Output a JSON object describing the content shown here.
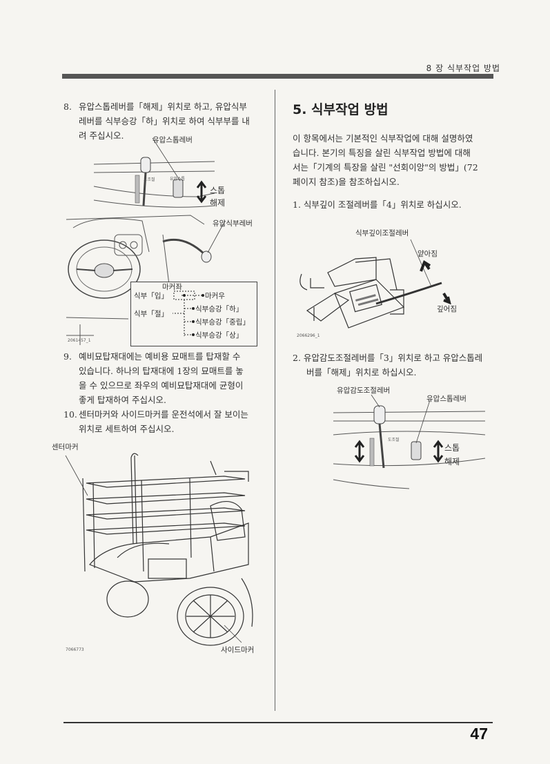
{
  "header": {
    "chapter": "8 장  식부작업  방법"
  },
  "footer": {
    "page_number": "47"
  },
  "left": {
    "step8": {
      "num": "8.",
      "lines": [
        "유압스톱레버를「해제」위치로 하고, 유압식부",
        "레버를 식부승강「하」위치로 하여 식부부를 내",
        "려 주십시오."
      ]
    },
    "fig1": {
      "lever_label": "유압스톱레버",
      "stop_label": "스톱",
      "release_label": "해제",
      "knob_label": "도조절",
      "knob_label2": "유압스톱",
      "planting_lever_label": "유압식부레버",
      "marker_title": "마커좌",
      "marker_right": "마커우",
      "planting_on": "식부「입」",
      "planting_off": "식부「절」",
      "lift_down": "식부승강「하」",
      "lift_mid": "식부승강「중립」",
      "lift_up": "식부승강「상」",
      "code": "2061457_1"
    },
    "step9": {
      "num": "9.",
      "lines": [
        "예비묘탑재대에는 예비용 묘매트를 탑재할 수",
        "있습니다. 하나의 탑재대에 1장의 묘매트를 놓",
        "을 수 있으므로 좌우의 예비묘탑재대에 균형이",
        "좋게 탑재하여 주십시오."
      ]
    },
    "step10": {
      "num": "10.",
      "lines": [
        "센터마커와 사이드마커를 운전석에서 잘 보이는",
        "위치로 세트하여 주십시오."
      ]
    },
    "fig2": {
      "center_marker": "센터마커",
      "side_marker": "사이드마커",
      "code": "7066773"
    }
  },
  "right": {
    "section_title": "5. 식부작업 방법",
    "intro": [
      "이 항목에서는 기본적인 식부작업에 대해 설명하였",
      "습니다. 본기의 특징을 살린 식부작업 방법에 대해",
      "서는「기계의 특장을 살린 \"선회이앙\"의 방법」(72",
      "페이지 참조)을 참조하십시오."
    ],
    "step1": "1. 식부깊이 조절레버를「4」위치로 하십시오.",
    "fig3": {
      "lever_label": "식부깊이조절레버",
      "shallow": "얕아짐",
      "deep": "깊어짐",
      "code": "2066296_1"
    },
    "step2": [
      "2. 유압감도조절레버를「3」위치로 하고 유압스톱레",
      "버를「해제」위치로 하십시오."
    ],
    "fig4": {
      "sensitivity_lever": "유압감도조절레버",
      "stop_lever": "유압스톱레버",
      "knob_label": "도조절",
      "stop_label": "스톱",
      "release_label": "해제"
    }
  }
}
